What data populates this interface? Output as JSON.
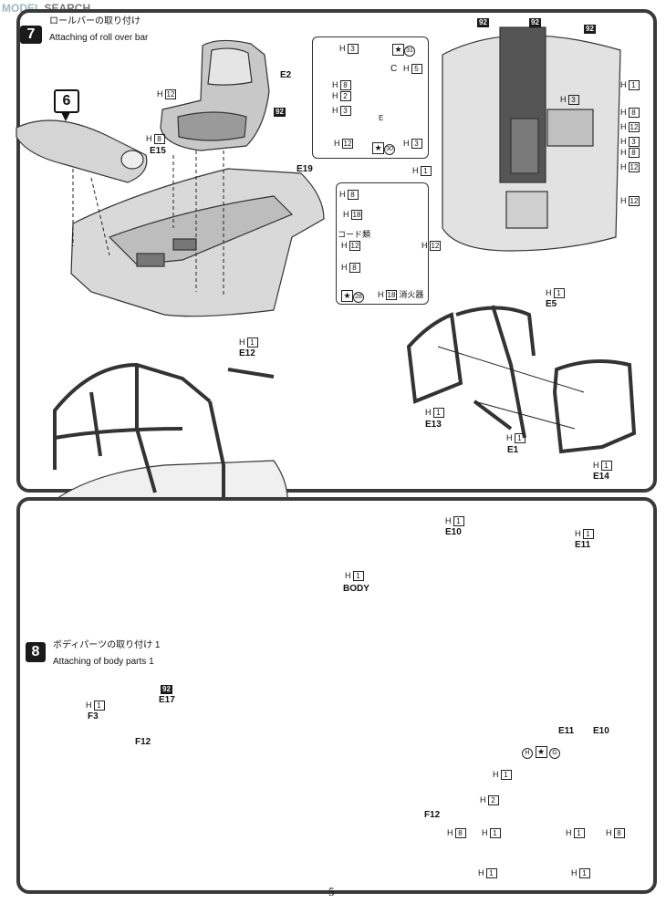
{
  "watermark": {
    "text": "SEARCH",
    "prefix": "MODEL"
  },
  "page_number": "5",
  "step7": {
    "number": "7",
    "title_jp": "ロールバーの取り付け",
    "title_en": "Attaching of roll over bar",
    "ref_step": "6"
  },
  "step8": {
    "number": "8",
    "title_jp": "ボディパーツの取り付け 1",
    "title_en": "Attaching of body parts 1"
  },
  "labels": {
    "e2": "E2",
    "e15": "E15",
    "e19": "E19",
    "e12": "E12",
    "e5": "E5",
    "e13": "E13",
    "e1": "E1",
    "e14": "E14",
    "e10": "E10",
    "e11": "E11",
    "body": "BODY",
    "e17": "E17",
    "f3": "F3",
    "f12a": "F12",
    "f12b": "F12",
    "e11e10": "E11",
    "e11e10b": "E10",
    "c": "C",
    "e": "E",
    "g": "G",
    "h": "H"
  },
  "codes": {
    "h": "H",
    "seat_h12": "12",
    "seat_92": "92",
    "e15_h8": "8",
    "i_h3": "3",
    "i_h8": "8",
    "i_h2": "2",
    "i_h3b": "3",
    "i_h12": "12",
    "i_h5": "5",
    "i_h3c": "3",
    "i_star31": "31",
    "i_star30": "30",
    "b_h8": "8",
    "b_h18": "18",
    "b_h12a": "12",
    "b_h12b": "12",
    "b_h8b": "8",
    "b_h18b": "18",
    "b_star28": "28",
    "b_cord": "コード類",
    "b_ext": "消火器",
    "r_h1a": "1",
    "r_h3": "3",
    "r_h8a": "8",
    "r_h12a": "12",
    "r_h3b": "3",
    "r_h8b": "8",
    "r_h12b": "12",
    "r_h12c": "12",
    "r_h1b": "1",
    "t_92a": "92",
    "t_92b": "92",
    "t_92c": "92",
    "e12_h1": "1",
    "e5_h1": "1",
    "e13_h1": "1",
    "e1_h1": "1",
    "e14_h1": "1",
    "e10_h1": "1",
    "e11_h1": "1",
    "body_h1": "1",
    "e17_92": "92",
    "f3_h1": "1",
    "f12_h1": "1",
    "f12_h2": "2",
    "g_h8a": "8",
    "g_h1a": "1",
    "g_h1b": "1",
    "g_h8b": "8",
    "g_h1c": "1",
    "g_h1d": "1"
  }
}
